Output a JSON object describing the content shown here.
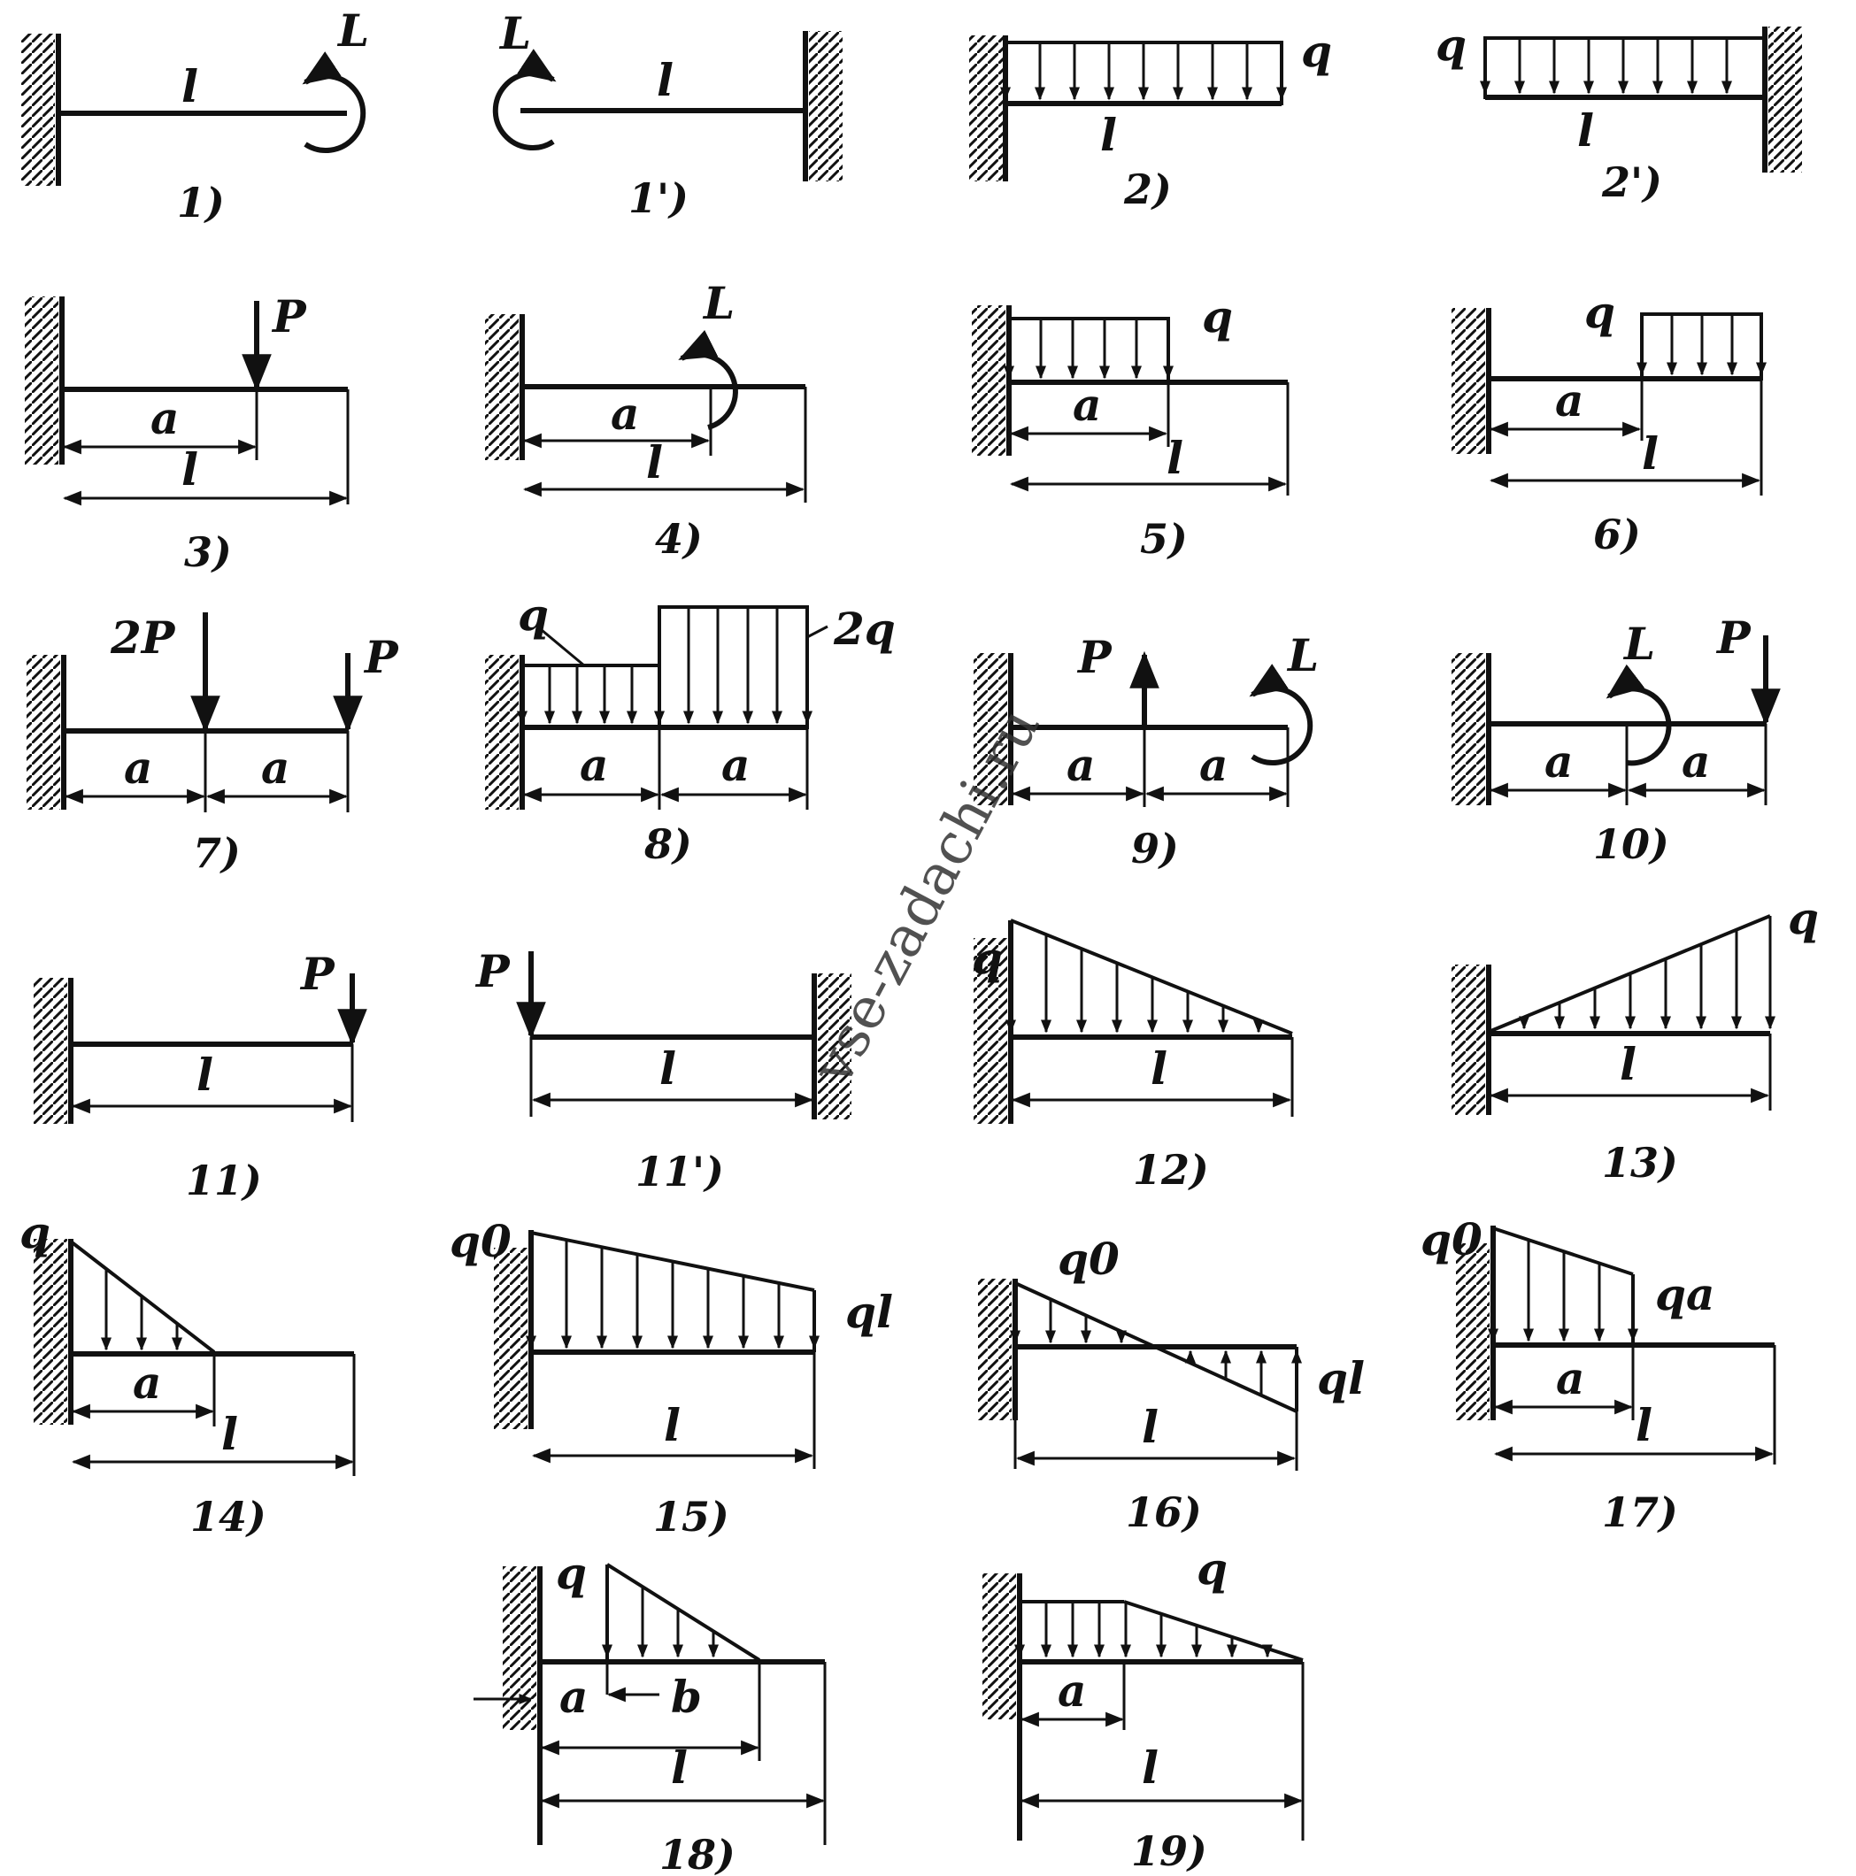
{
  "colors": {
    "ink": "#111111",
    "paper": "#ffffff"
  },
  "watermark": "vse-zadachi.ru",
  "figures": [
    {
      "caption": "1)",
      "labels": [
        "L"
      ],
      "dims": [
        "l"
      ]
    },
    {
      "caption": "1')",
      "labels": [
        "L"
      ],
      "dims": [
        "l"
      ]
    },
    {
      "caption": "2)",
      "labels": [
        "q"
      ],
      "dims": [
        "l"
      ]
    },
    {
      "caption": "2')",
      "labels": [
        "q"
      ],
      "dims": [
        "l"
      ]
    },
    {
      "caption": "3)",
      "labels": [
        "P"
      ],
      "dims": [
        "a",
        "l"
      ]
    },
    {
      "caption": "4)",
      "labels": [
        "L"
      ],
      "dims": [
        "a",
        "l"
      ]
    },
    {
      "caption": "5)",
      "labels": [
        "q"
      ],
      "dims": [
        "a",
        "l"
      ]
    },
    {
      "caption": "6)",
      "labels": [
        "q"
      ],
      "dims": [
        "a",
        "l"
      ]
    },
    {
      "caption": "7)",
      "labels": [
        "2P",
        "P"
      ],
      "dims": [
        "a",
        "a"
      ]
    },
    {
      "caption": "8)",
      "labels": [
        "q",
        "2q"
      ],
      "dims": [
        "a",
        "a"
      ]
    },
    {
      "caption": "9)",
      "labels": [
        "P",
        "L"
      ],
      "dims": [
        "a",
        "a"
      ]
    },
    {
      "caption": "10)",
      "labels": [
        "L",
        "P"
      ],
      "dims": [
        "a",
        "a"
      ]
    },
    {
      "caption": "11)",
      "labels": [
        "P"
      ],
      "dims": [
        "l"
      ]
    },
    {
      "caption": "11')",
      "labels": [
        "P"
      ],
      "dims": [
        "l"
      ]
    },
    {
      "caption": "12)",
      "labels": [
        "q"
      ],
      "dims": [
        "l"
      ]
    },
    {
      "caption": "13)",
      "labels": [
        "q"
      ],
      "dims": [
        "l"
      ]
    },
    {
      "caption": "14)",
      "labels": [
        "q"
      ],
      "dims": [
        "a",
        "l"
      ]
    },
    {
      "caption": "15)",
      "labels": [
        "q0",
        "ql"
      ],
      "dims": [
        "l"
      ]
    },
    {
      "caption": "16)",
      "labels": [
        "q0",
        "ql"
      ],
      "dims": [
        "l"
      ]
    },
    {
      "caption": "17)",
      "labels": [
        "q0",
        "qa"
      ],
      "dims": [
        "a",
        "l"
      ]
    },
    {
      "caption": "18)",
      "labels": [
        "q"
      ],
      "dims": [
        "a",
        "b",
        "l"
      ]
    },
    {
      "caption": "19)",
      "labels": [
        "q"
      ],
      "dims": [
        "a",
        "l"
      ]
    }
  ]
}
